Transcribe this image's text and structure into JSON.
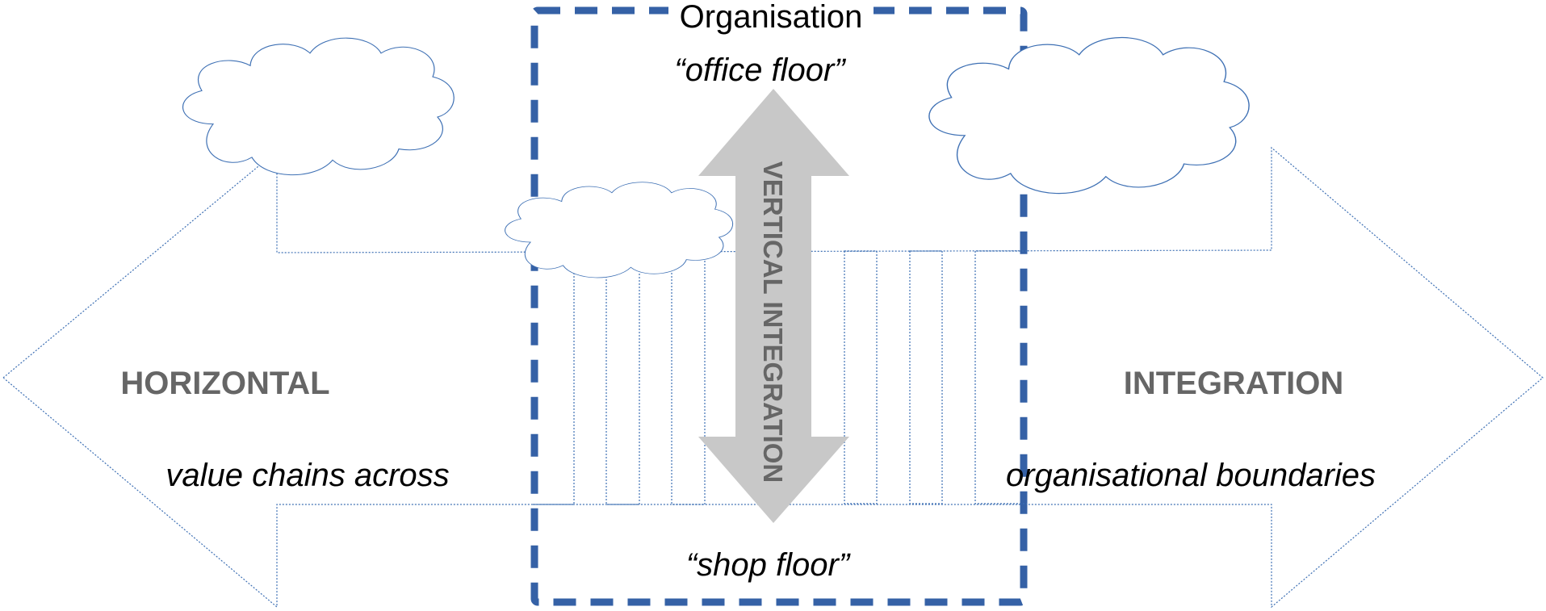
{
  "organisation": {
    "title": "Organisation",
    "top_label": "“office floor”",
    "bottom_label": "“shop floor”"
  },
  "vertical_integration": {
    "label": "VERTICAL INTEGRATION"
  },
  "horizontal_integration": {
    "left_label": "HORIZONTAL",
    "right_label": "INTEGRATION",
    "left_caption": "value chains across",
    "right_caption": "organisational boundaries"
  },
  "colors": {
    "organisation_border": "#3561a6",
    "dotted_outline": "#3e70b4",
    "vertical_arrow": "#c8c8c8",
    "label_grey": "#666666",
    "text_black": "#000000"
  }
}
